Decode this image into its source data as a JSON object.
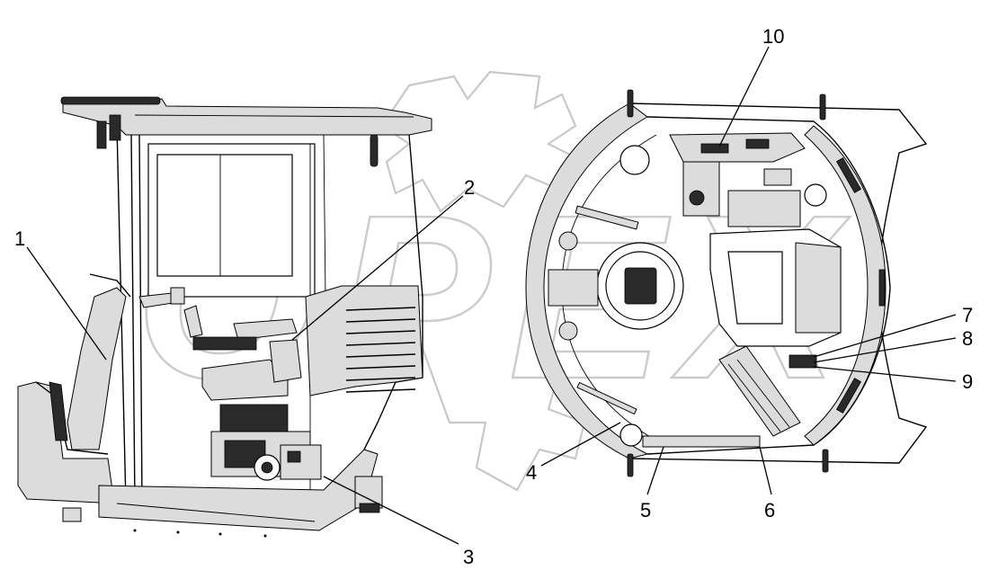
{
  "callouts": [
    {
      "label": "1"
    },
    {
      "label": "2"
    },
    {
      "label": "3"
    },
    {
      "label": "4"
    },
    {
      "label": "5"
    },
    {
      "label": "6"
    },
    {
      "label": "7"
    },
    {
      "label": "8"
    },
    {
      "label": "9"
    },
    {
      "label": "10"
    }
  ],
  "watermark": {
    "text": "OPEX"
  },
  "colors": {
    "line": "#000000",
    "fill": "#dcdcdc",
    "watermark": "#c8c8c8",
    "background": "#ffffff"
  }
}
